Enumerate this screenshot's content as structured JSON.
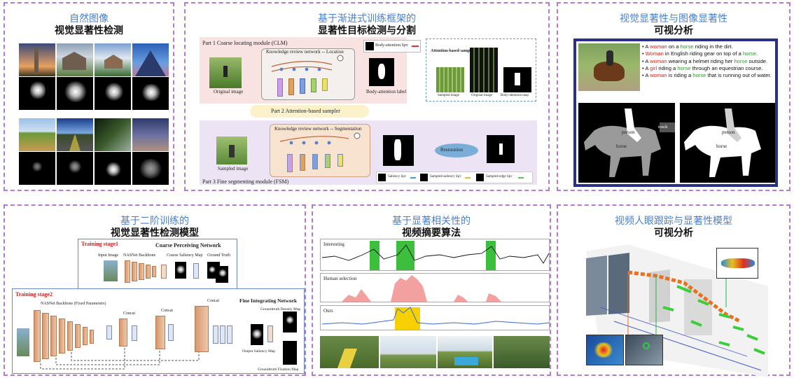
{
  "panels": {
    "p1": {
      "title_top": "自然图像",
      "title_bottom": "视觉显著性检测"
    },
    "p2": {
      "title_top": "基于渐进式训练框架的",
      "title_bottom": "显著性目标检测与分割",
      "labels": {
        "part1": "Part 1    Coarse locating module (CLM)",
        "krn_loc": "Knowledge review network -- Location",
        "original": "Original image",
        "body_attn_label": "Body-attention label",
        "body_attn_spv": "Body-attention Spv",
        "attn_sampler": "Attention-based sampler",
        "sampled_img": "Sampled image",
        "orig_img2": "Original image",
        "body_attn_map": "Body-attention map",
        "part2": "Part 2    Attention-based sampler",
        "part3": "Part 3    Fine segmenting module (FSM)",
        "krn_seg": "Knowledge review network -- Segmentation",
        "sampled_image": "Sampled image",
        "restoration": "Restoration",
        "saliency_spv": "Saliency Spv",
        "sampled_saliency_spv": "Sampled-saliency Spv",
        "sampled_edge_spv": "Sampled-edge Spv"
      }
    },
    "p3": {
      "title_top": "视觉显著性与图像显著性",
      "title_bottom": "可视分析",
      "captions": [
        {
          "parts": [
            "A ",
            "woman",
            " on a ",
            "horse",
            " riding in the dirt."
          ]
        },
        {
          "parts": [
            "",
            "Woman",
            " in English riding gear on top of a ",
            "horse",
            "."
          ]
        },
        {
          "parts": [
            "A ",
            "woman",
            " wearing a helmet  riding her ",
            "horse",
            " outside."
          ]
        },
        {
          "parts": [
            "A ",
            "girl",
            " riding a ",
            "horse",
            " through an equestrian course."
          ]
        },
        {
          "parts": [
            "A ",
            "woman",
            " is riding a ",
            "horse",
            " that is running out of water."
          ]
        }
      ],
      "seg_labels": {
        "person": "person",
        "horse": "horse",
        "truck": "truck",
        "person2": "person",
        "horse2": "horse"
      }
    },
    "p4": {
      "title_top": "基于二阶训练的",
      "title_bottom": "视觉显著性检测模型",
      "labels": {
        "stage1": "Training stage1",
        "coarse_net": "Coarse Perceiving Network",
        "input_image": "Input Image",
        "nasnet": "NASNet Backbone",
        "coarse_map": "Coarse Saliency Map",
        "ground_truth": "Ground Truth",
        "stage2": "Training stage2",
        "nasnet_fixed": "NASNet Backbone (Fixed Parameters)",
        "concat1": "Concat",
        "concat2": "Concat",
        "concat3": "Concat",
        "fine_net": "Fine Integrating Network",
        "gt_density": "Groundtruth Density Map",
        "output_map": "Output Saliency Map",
        "gt_fixation": "Groundtruth Fixation Map"
      }
    },
    "p5": {
      "title_top": "基于显著相关性的",
      "title_bottom": "视频摘要算法",
      "labels": {
        "interesting": "Interesting",
        "human": "Human selection",
        "ours": "Ours"
      }
    },
    "p6": {
      "title_top": "视频人眼跟踪与显著性模型",
      "title_bottom": "可视分析"
    }
  },
  "colors": {
    "title_blue": "#4a7fd0",
    "border_purple": "#b07ad6",
    "word_red": "#e0201a",
    "word_green": "#2a9a2a",
    "highlight_green": "#3cbf3c",
    "highlight_yellow": "#f7d000",
    "human_red": "#f2a0a0",
    "ours_blue": "#3a6ad8"
  }
}
